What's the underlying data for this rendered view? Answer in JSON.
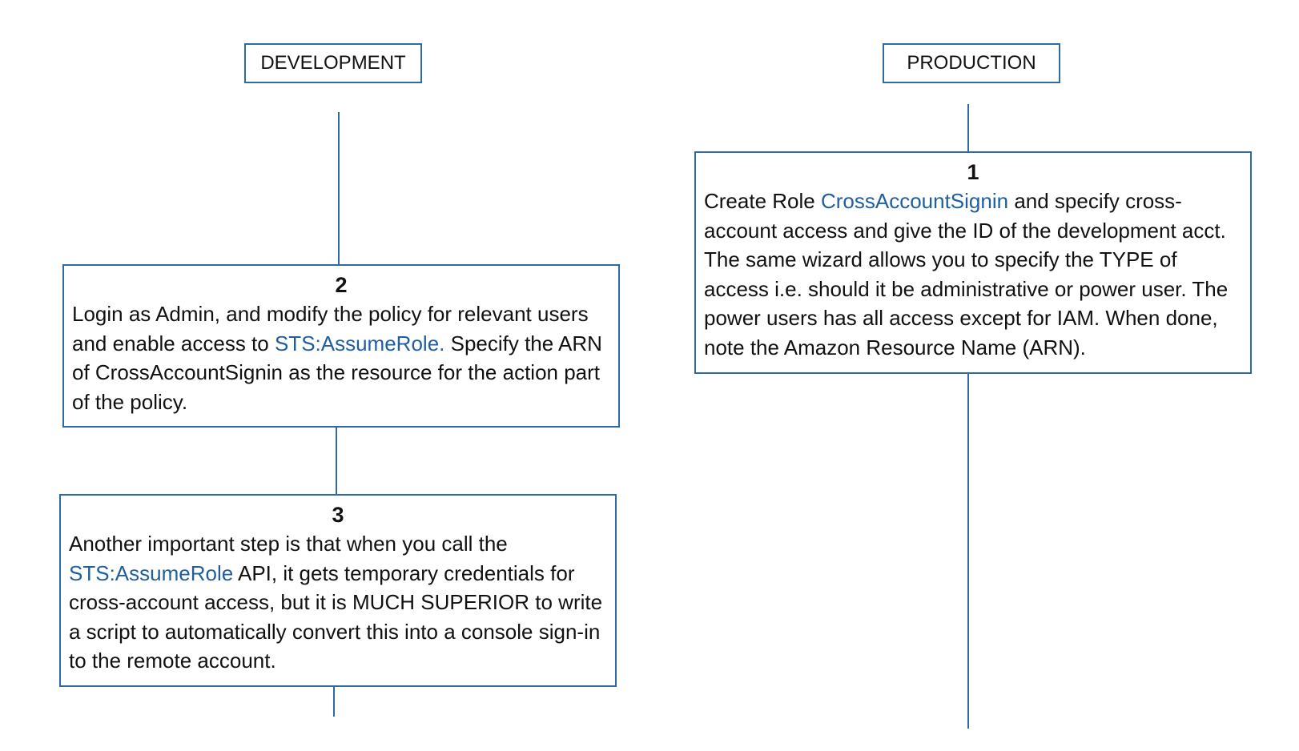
{
  "headers": {
    "development": "DEVELOPMENT",
    "production": "PRODUCTION"
  },
  "steps": {
    "step1": {
      "number": "1",
      "text_a": "Create Role ",
      "link": "CrossAccountSignin",
      "text_b": " and specify cross-account access and give the ID of the development acct. The same wizard allows you to specify the TYPE of access i.e. should it be administrative or power user. The power users has all access except for IAM. When done, note the Amazon Resource Name (ARN)."
    },
    "step2": {
      "number": "2",
      "text_a": "Login as Admin, and modify the policy for relevant users and enable access to ",
      "link": "STS:AssumeRole.",
      "text_b": " Specify the ARN of CrossAccountSignin as the resource for the action part of the policy."
    },
    "step3": {
      "number": "3",
      "text_a": "Another important step is that when you call the ",
      "link": "STS:AssumeRole",
      "text_b": " API, it gets temporary credentials for cross-account access, but it is MUCH SUPERIOR to write a script to automatically convert this into a console sign-in to the remote account."
    }
  },
  "colors": {
    "accent": "#2f6aa8",
    "link": "#1f5fa0"
  }
}
